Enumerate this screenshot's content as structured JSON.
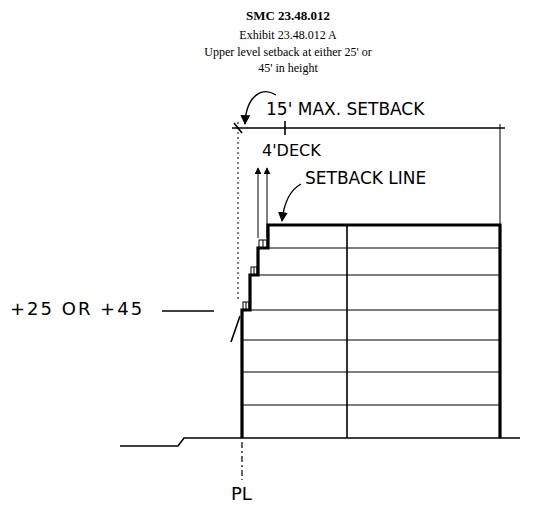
{
  "diagram": {
    "title": "SMC 23.48.012",
    "labels": [
      "Exhibit 23.48.012 A",
      "Upper level setback at either 25' or 45' in height",
      "15' MAX. SETBACK",
      "4'DECK",
      "SETBACK LINE",
      "+25 OR +45",
      "PL"
    ]
  }
}
